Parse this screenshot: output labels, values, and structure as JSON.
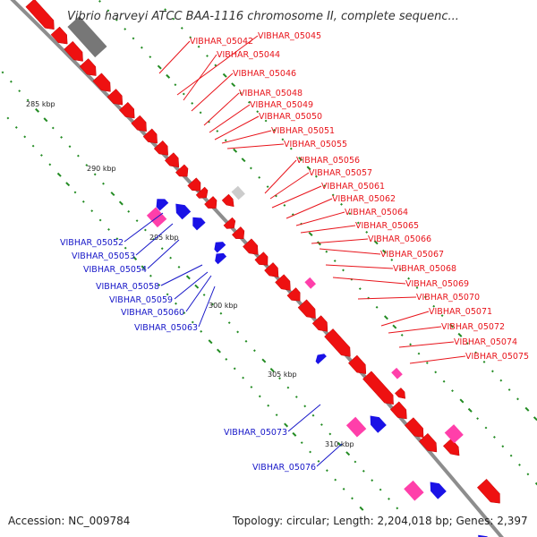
{
  "title": "Vibrio harveyi ATCC BAA-1116 chromosome II, complete sequenc...",
  "footer": {
    "accession": "Accession: NC_009784",
    "topology": "Topology: circular; Length: 2,204,018 bp; Genes: 2,397"
  },
  "ticks": [
    "285 kbp",
    "290 kbp",
    "295 kbp",
    "300 kbp",
    "305 kbp",
    "310 kbp"
  ],
  "labels_forward": [
    "VIBHAR_05042",
    "VIBHAR_05045",
    "VIBHAR_05044",
    "VIBHAR_05046",
    "VIBHAR_05048",
    "VIBHAR_05049",
    "VIBHAR_05050",
    "VIBHAR_05051",
    "VIBHAR_05055",
    "VIBHAR_05056",
    "VIBHAR_05057",
    "VIBHAR_05061",
    "VIBHAR_05062",
    "VIBHAR_05064",
    "VIBHAR_05065",
    "VIBHAR_05066",
    "VIBHAR_05067",
    "VIBHAR_05068",
    "VIBHAR_05069",
    "VIBHAR_05070",
    "VIBHAR_05071",
    "VIBHAR_05072",
    "VIBHAR_05074",
    "VIBHAR_05075"
  ],
  "labels_reverse": [
    "VIBHAR_05052",
    "VIBHAR_05053",
    "VIBHAR_05054",
    "VIBHAR_05058",
    "VIBHAR_05059",
    "VIBHAR_05060",
    "VIBHAR_05063",
    "VIBHAR_05073",
    "VIBHAR_05076"
  ],
  "colors": {
    "forward_cds": "#ee1111",
    "reverse_cds": "#1a12e6",
    "rna": "#ff3faa",
    "gray_feature": "#777777",
    "backbone": "#888888",
    "gc_dots": "#228b22",
    "label_forward": "#e8141b",
    "label_reverse": "#1616c8"
  }
}
